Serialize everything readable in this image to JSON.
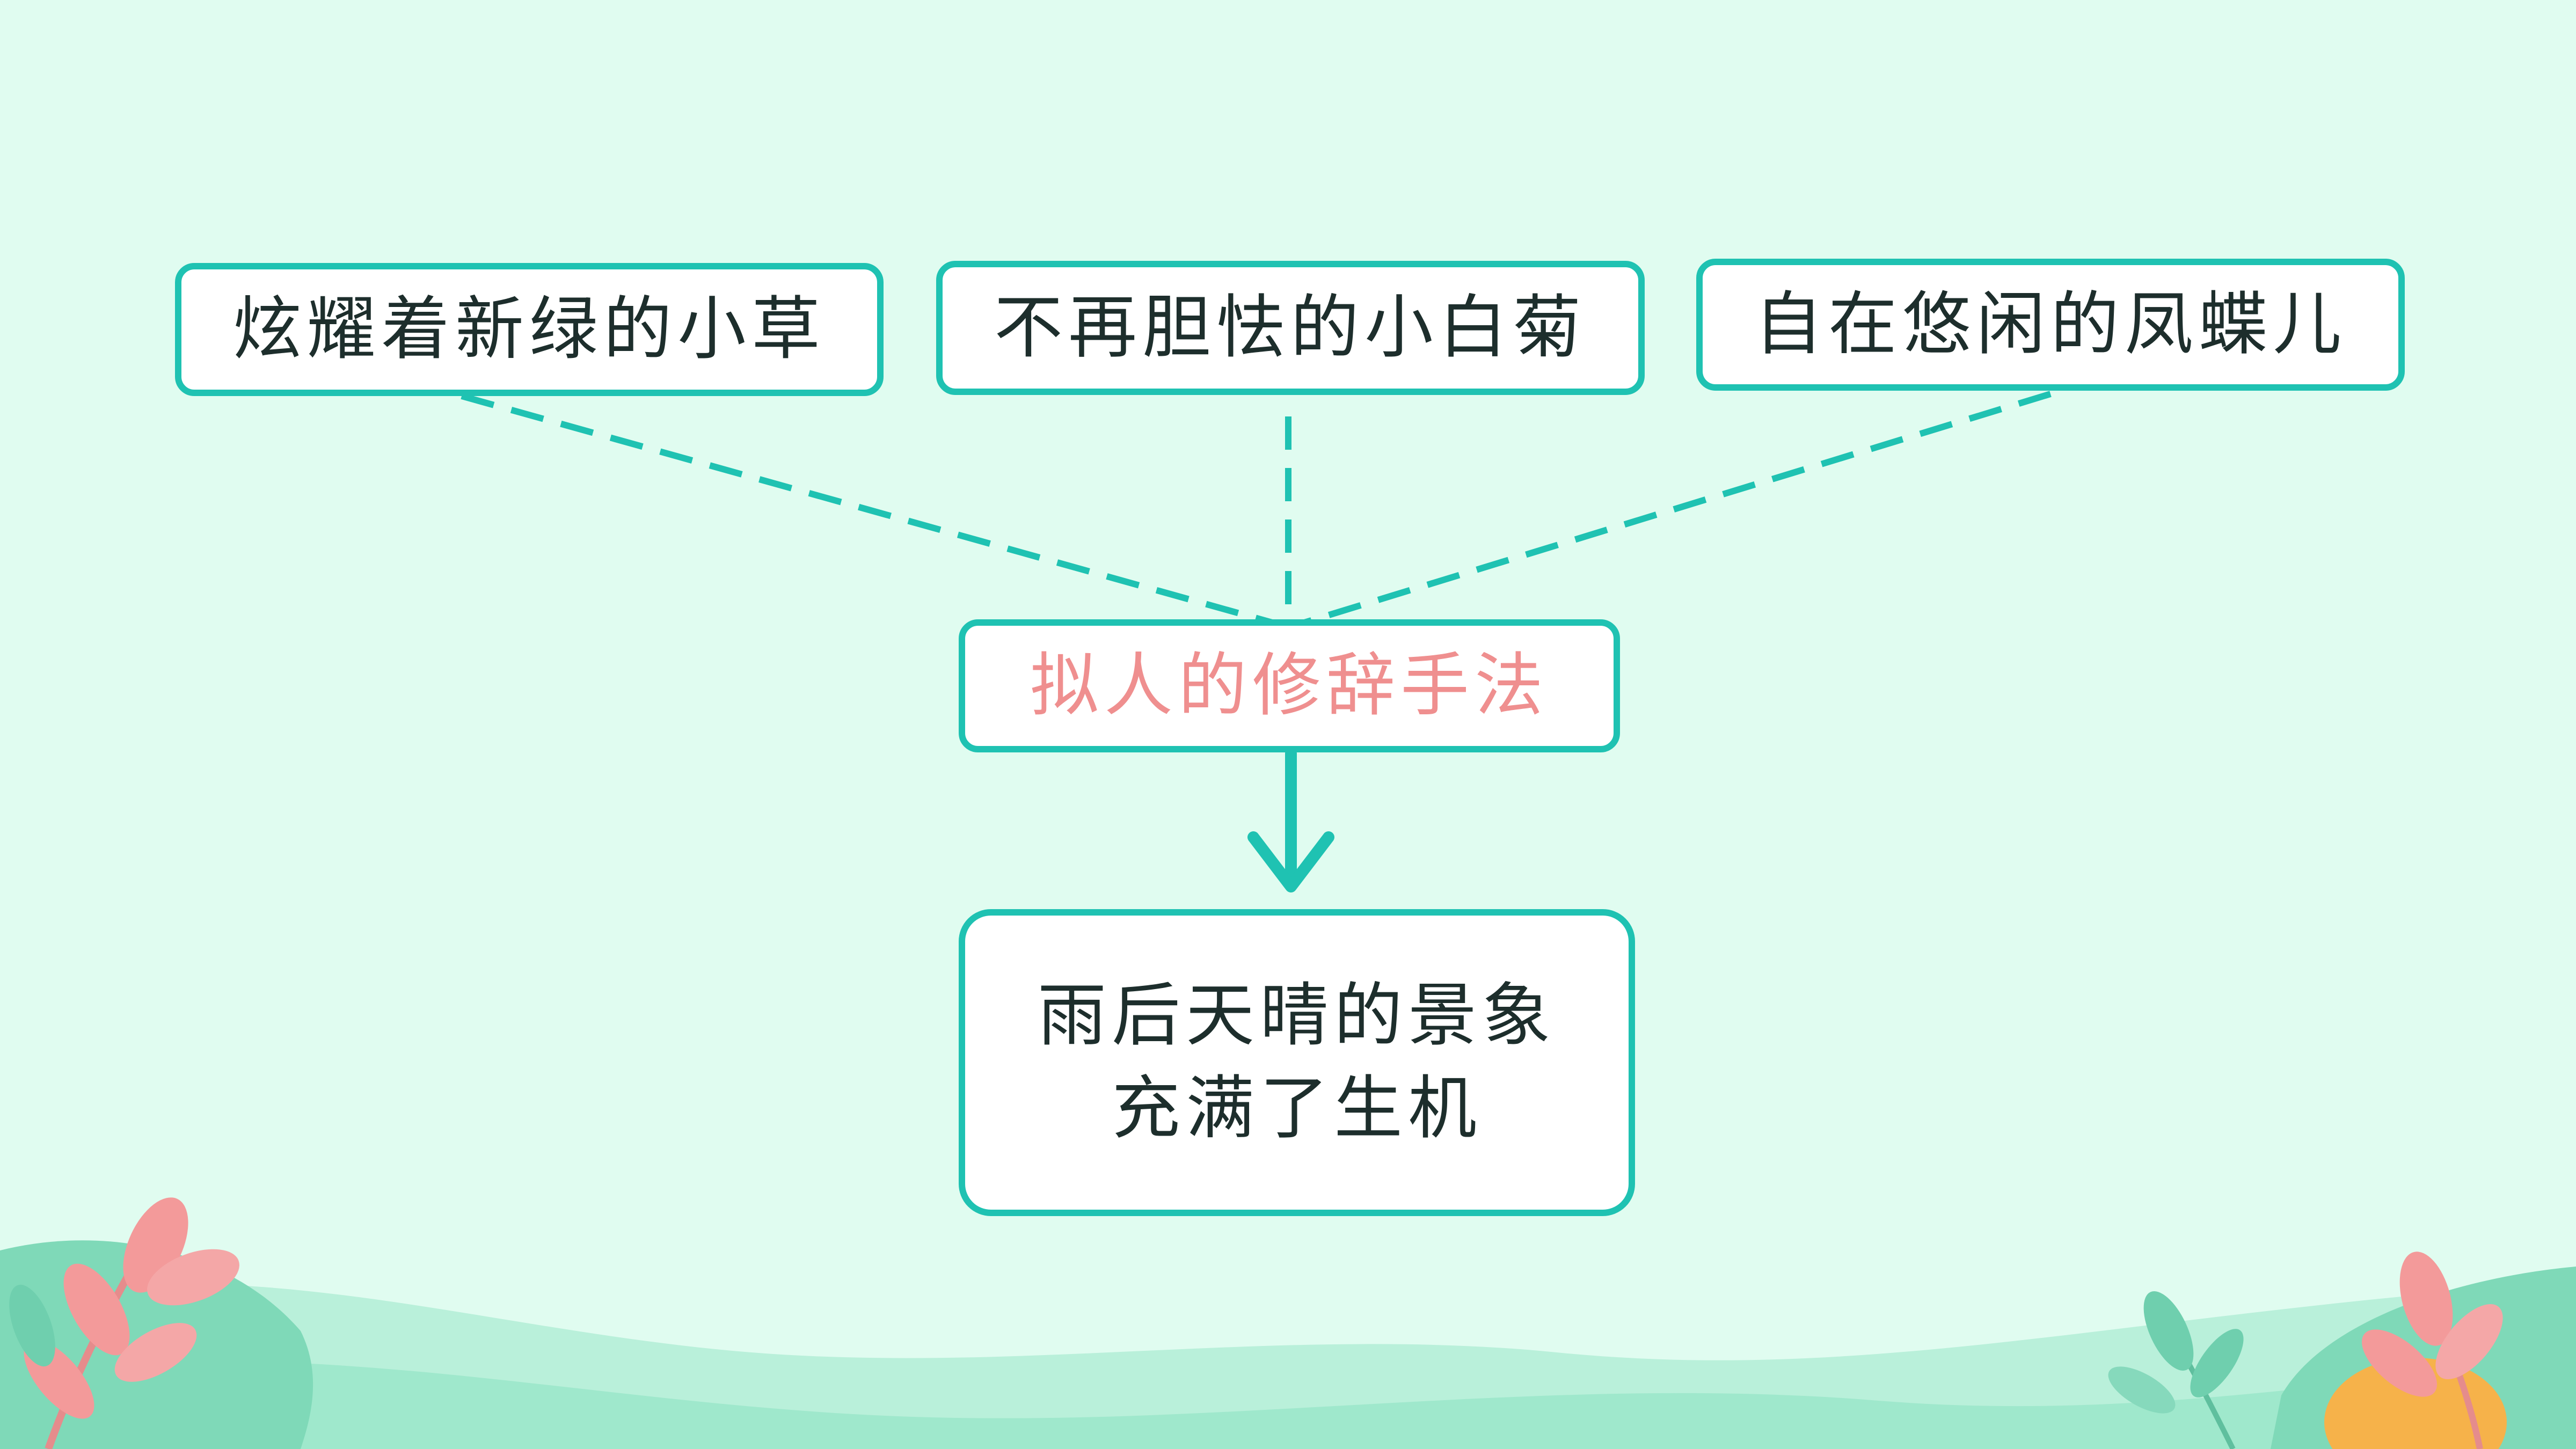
{
  "diagram": {
    "top_boxes": [
      {
        "label": "炫耀着新绿的小草"
      },
      {
        "label": "不再胆怯的小白菊"
      },
      {
        "label": "自在悠闲的凤蝶儿"
      }
    ],
    "middle_box": {
      "label": "拟人的修辞手法"
    },
    "result_box": {
      "line1": "雨后天晴的景象",
      "line2": "充满了生机"
    }
  },
  "colors": {
    "background": "#e0fcf0",
    "accent": "#1fc2b2",
    "highlight_text": "#ef8f8f",
    "body_text": "#1d2e2c",
    "leaf_pink": "#f39a9a",
    "leaf_green": "#6fcfae",
    "hill_green": "#9fe8cc"
  }
}
